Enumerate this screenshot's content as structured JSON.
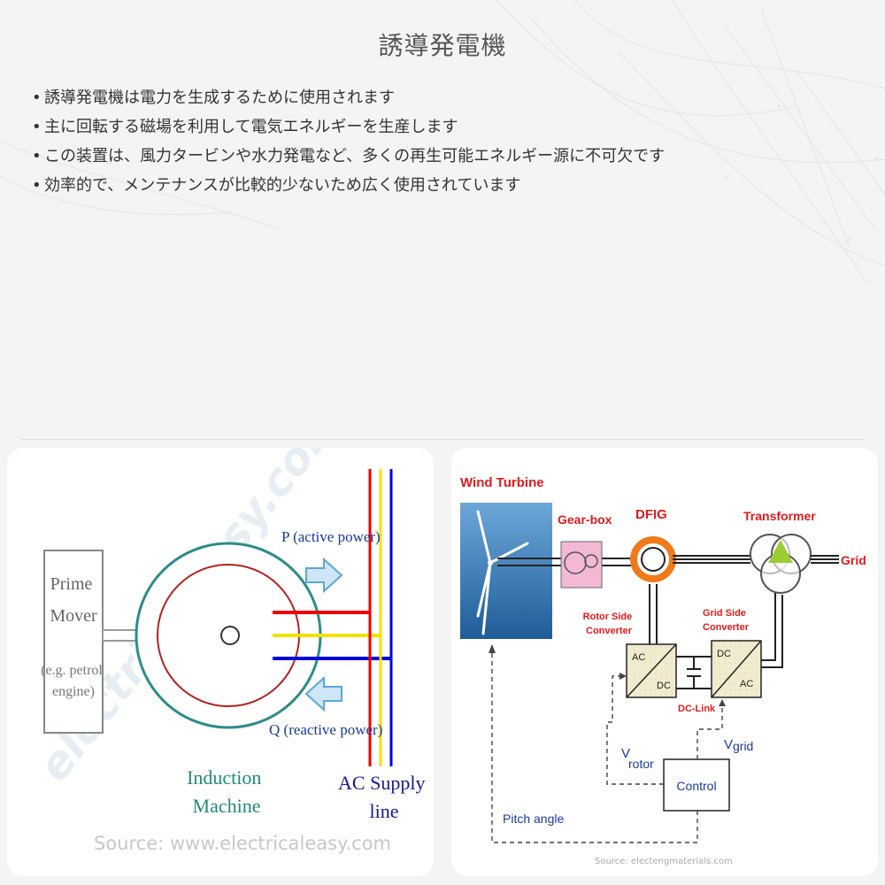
{
  "page": {
    "title": "誘導発電機",
    "bullets": [
      "誘導発電機は電力を生成するために使用されます",
      "主に回転する磁場を利用して電気エネルギーを生産します",
      "この装置は、風力タービンや水力発電など、多くの再生可能エネルギー源に不可欠です",
      "効率的で、メンテナンスが比較的少ないため広く使用されています"
    ]
  },
  "left_diagram": {
    "prime_mover": [
      "Prime",
      "Mover"
    ],
    "prime_mover_note": [
      "(e.g. petrol",
      "engine)"
    ],
    "active_power": "P (active power)",
    "reactive_power": "Q (reactive power)",
    "induction_machine": [
      "Induction",
      "Machine"
    ],
    "ac_supply": [
      "AC Supply",
      "line"
    ],
    "watermark": "electricaleasy.com",
    "source": "Source: www.electricaleasy.com"
  },
  "right_diagram": {
    "wind_turbine": "Wind Turbine",
    "gearbox": "Gear-box",
    "dfig": "DFIG",
    "transformer": "Transformer",
    "grid": "Grid",
    "rotor_side_converter": [
      "Rotor Side",
      "Converter"
    ],
    "grid_side_converter": [
      "Grid Side",
      "Converter"
    ],
    "ac": "AC",
    "dc": "DC",
    "dc_link": "DC-Link",
    "v": "V",
    "rotor_sub": "rotor",
    "grid_sub": "grid",
    "control": "Control",
    "pitch_angle": "Pitch angle",
    "source": "Source: electengmaterials.com"
  }
}
